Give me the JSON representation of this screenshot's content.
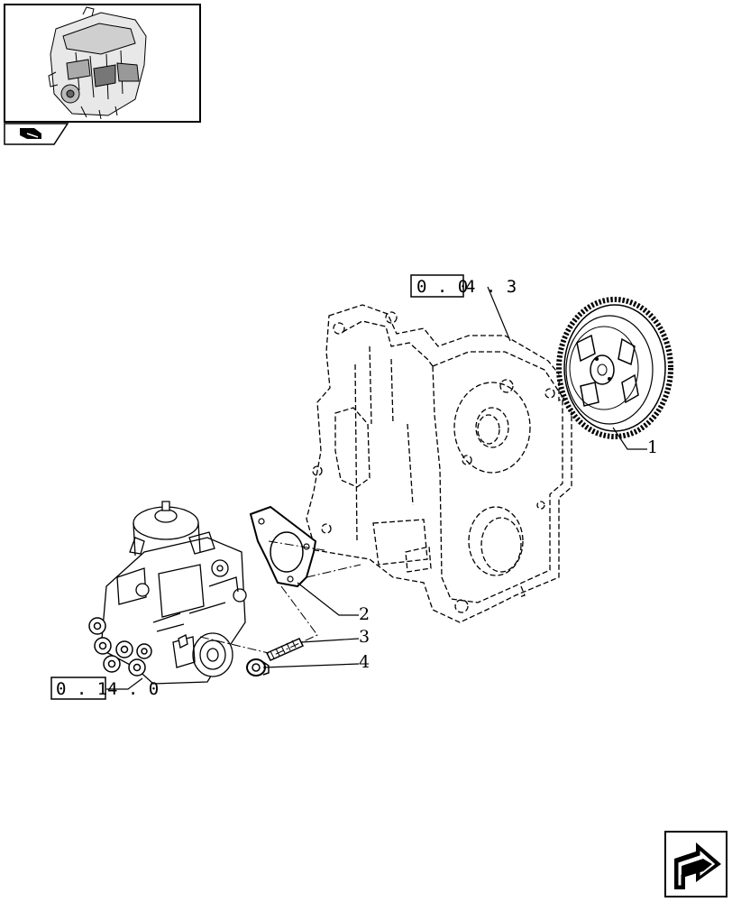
{
  "thumbnail": {
    "icon": "engine-thumbnail-icon"
  },
  "nav_tab": {
    "icon": "book-section-icon"
  },
  "references": {
    "timing_case": {
      "boxed": "0 . 0",
      "suffix": "4 . 3"
    },
    "injection_pump": {
      "boxed": "0 . 1",
      "suffix": "4 . 0"
    }
  },
  "callouts": [
    {
      "label": "1",
      "part": "gear"
    },
    {
      "label": "2",
      "part": "gasket"
    },
    {
      "label": "3",
      "part": "stud"
    },
    {
      "label": "4",
      "part": "nut"
    }
  ],
  "next_page": {
    "icon": "next-page-arrow-icon"
  }
}
